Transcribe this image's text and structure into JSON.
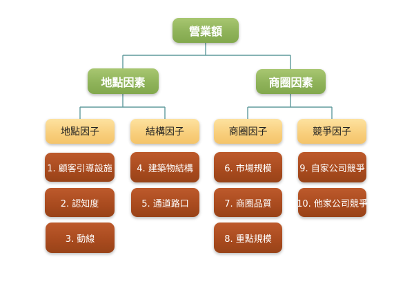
{
  "colors": {
    "level1": "#8fb35a",
    "level2": "#f8ce7b",
    "level3": "#a84a1e",
    "connector": "#5f9a9c"
  },
  "root": {
    "label": "營業額"
  },
  "groups": [
    {
      "label": "地點因素",
      "subgroups": [
        {
          "label": "地點因子",
          "items": [
            "1. 顧客引導設施",
            "2. 認知度",
            "3. 動線"
          ]
        },
        {
          "label": "結構因子",
          "items": [
            "4. 建築物結構",
            "5. 通道路口"
          ]
        }
      ]
    },
    {
      "label": "商圈因素",
      "subgroups": [
        {
          "label": "商圈因子",
          "items": [
            "6. 市場規模",
            "7. 商圈品質",
            "8. 重點規模"
          ]
        },
        {
          "label": "競爭因子",
          "items": [
            "9. 自家公司競爭",
            "10. 他家公司競爭"
          ]
        }
      ]
    }
  ]
}
